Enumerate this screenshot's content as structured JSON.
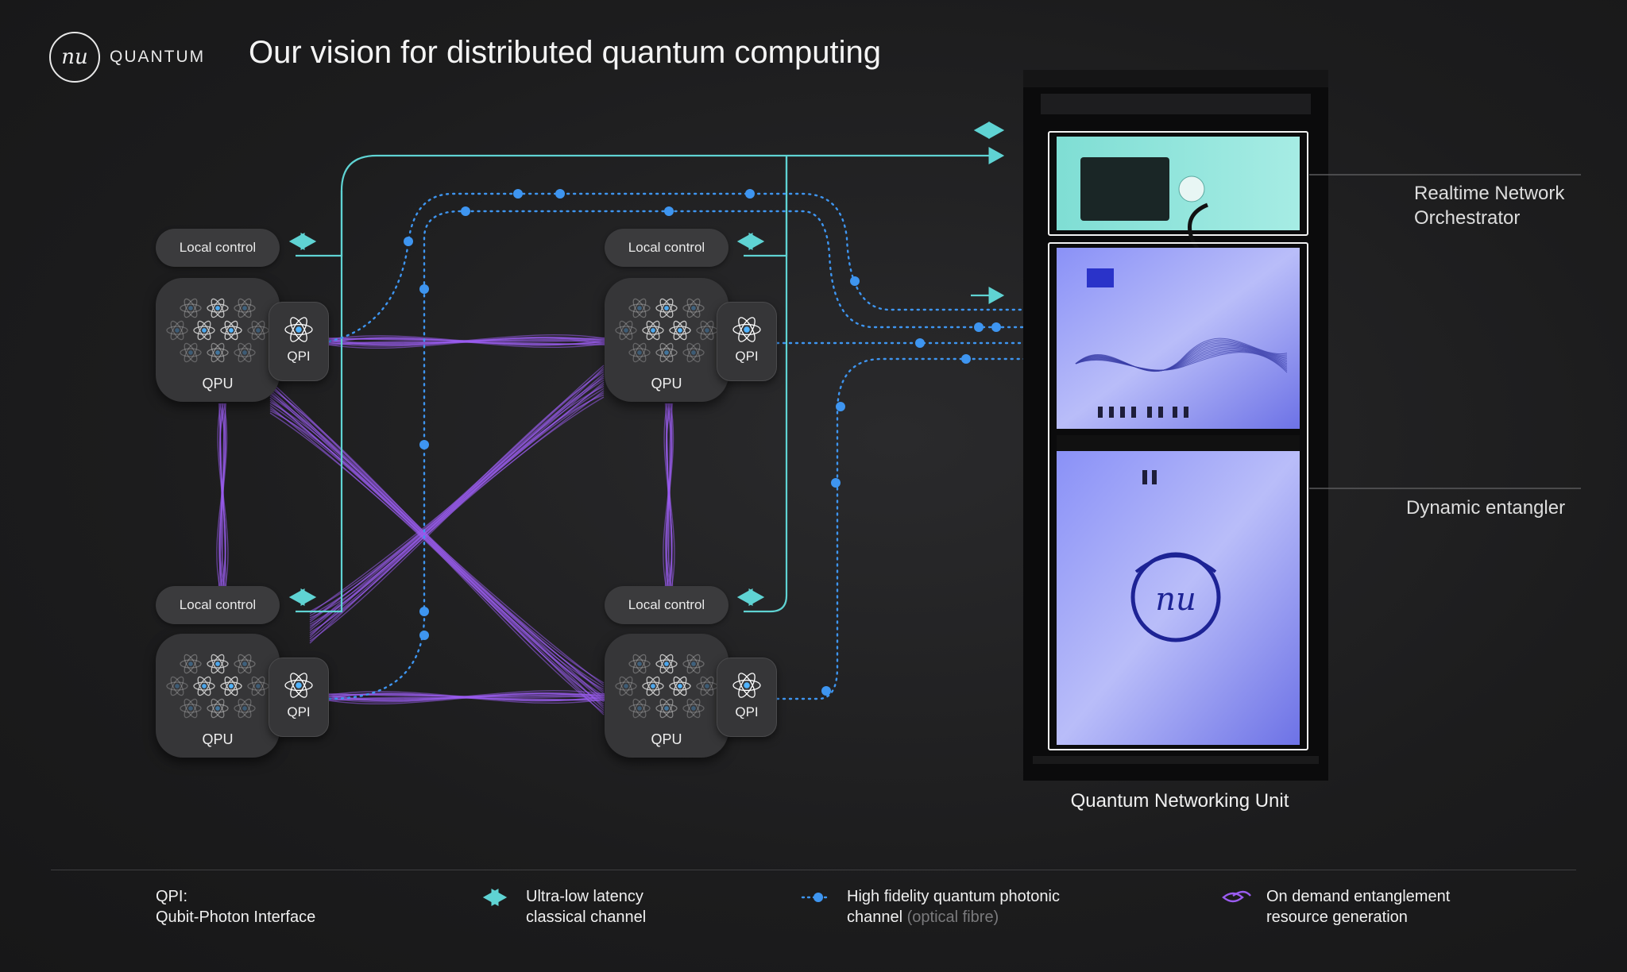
{
  "brand": {
    "logo_mark": "nu",
    "logo_word": "QUANTUM"
  },
  "title": "Our vision for distributed quantum computing",
  "nodes": [
    {
      "local_control": "Local control",
      "qpu": "QPU",
      "qpi": "QPI"
    },
    {
      "local_control": "Local control",
      "qpu": "QPU",
      "qpi": "QPI"
    },
    {
      "local_control": "Local control",
      "qpu": "QPU",
      "qpi": "QPI"
    },
    {
      "local_control": "Local control",
      "qpu": "QPU",
      "qpi": "QPI"
    }
  ],
  "rack": {
    "caption": "Quantum Networking Unit",
    "orchestrator_line1": "Realtime Network",
    "orchestrator_line2": "Orchestrator",
    "entangler": "Dynamic entangler",
    "badge_logo": "nu"
  },
  "legend": {
    "qpi_line1": "QPI:",
    "qpi_line2": "Qubit-Photon Interface",
    "classical_line1": "Ultra-low latency",
    "classical_line2": "classical channel",
    "photonic_line1": "High fidelity quantum photonic",
    "photonic_line2": "channel",
    "photonic_note": "(optical fibre)",
    "entanglement_line1": "On demand entanglement",
    "entanglement_line2": "resource generation"
  },
  "colors": {
    "classical_channel": "#5fd3d3",
    "photonic_channel": "#3e95f0",
    "entanglement": "#9a5cf0",
    "rack_panel": "#7f86f2",
    "orchestrator_panel": "#7ed8cf"
  }
}
